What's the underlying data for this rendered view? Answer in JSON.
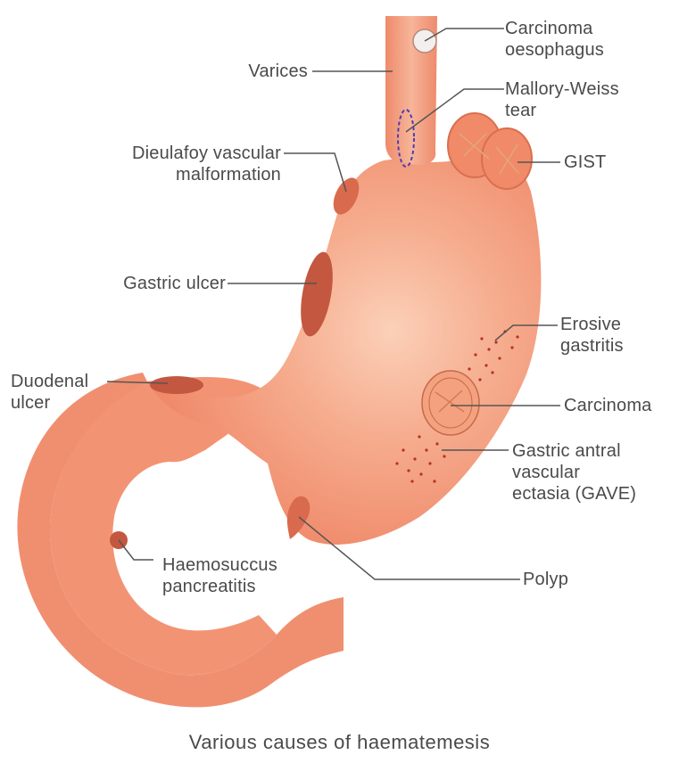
{
  "caption": "Various causes of haematemesis",
  "colors": {
    "organ_fill": "#f19273",
    "organ_highlight": "#f8c2a8",
    "lesion_dark": "#c4573f",
    "leader_line": "#555555",
    "label_text": "#4a4a4a",
    "tear_outline": "#4b3fb0",
    "erosion_dots": "#b83220"
  },
  "labels": {
    "carcinoma_oesophagus": [
      "Carcinoma",
      "oesophagus"
    ],
    "varices": [
      "Varices"
    ],
    "mallory_weiss": [
      "Mallory-Weiss",
      "tear"
    ],
    "gist": [
      "GIST"
    ],
    "dieulafoy": [
      "Dieulafoy vascular",
      "malformation"
    ],
    "gastric_ulcer": [
      "Gastric ulcer"
    ],
    "erosive_gastritis": [
      "Erosive",
      "gastritis"
    ],
    "duodenal_ulcer": [
      "Duodenal",
      "ulcer"
    ],
    "carcinoma": [
      "Carcinoma"
    ],
    "gave": [
      "Gastric antral",
      "vascular",
      "ectasia (GAVE)"
    ],
    "polyp": [
      "Polyp"
    ],
    "haemosuccus": [
      "Haemosuccus",
      "pancreatitis"
    ]
  }
}
